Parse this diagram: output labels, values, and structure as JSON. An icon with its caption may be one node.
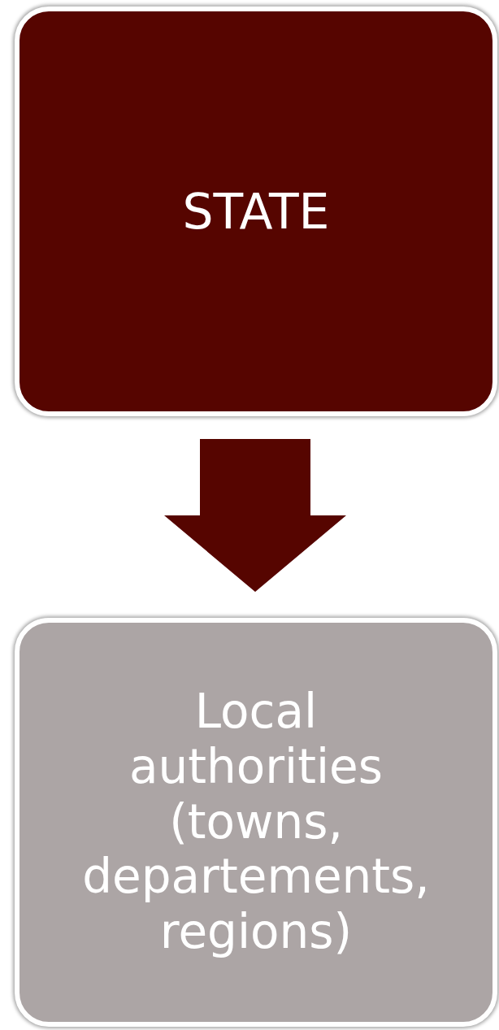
{
  "diagram": {
    "nodes": [
      {
        "text": [
          "STATE"
        ]
      },
      {
        "text": [
          "Local authorities (towns, departements, regions)"
        ]
      }
    ],
    "edges": [
      {
        "from": 0,
        "to": 1,
        "arrow": "to"
      }
    ]
  }
}
